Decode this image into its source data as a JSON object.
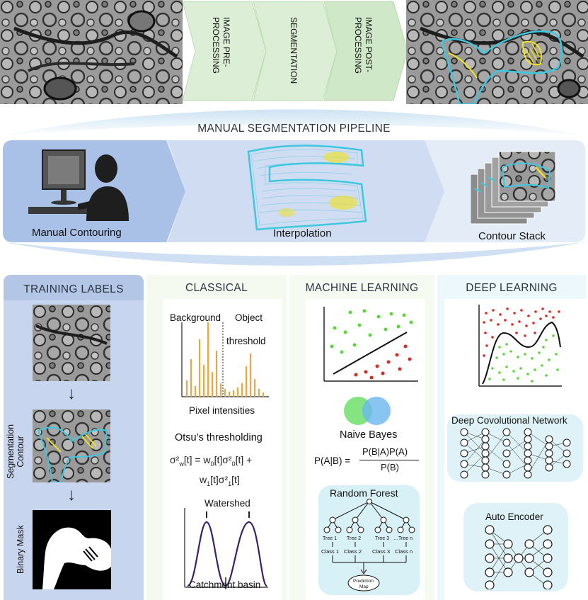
{
  "pipeline": {
    "steps": [
      {
        "line1": "IMAGE PRE-",
        "line2": "PROCESSING"
      },
      {
        "line1": "SEGMENTATION",
        "line2": ""
      },
      {
        "line1": "IMAGE POST-",
        "line2": "PROCESSING"
      }
    ]
  },
  "manual": {
    "title": "MANUAL SEGMENTATION PIPELINE",
    "stages": [
      "Manual Contouring",
      "Interpolation",
      "Contour Stack"
    ]
  },
  "training": {
    "title": "TRAINING LABELS",
    "contour_label_1": "Segmentation",
    "contour_label_2": "Contour",
    "mask_label": "Binary Mask",
    "arrow": "↓"
  },
  "classical": {
    "title": "CLASSICAL",
    "background": "Background",
    "object": "Object",
    "threshold": "threshold",
    "xlabel": "Pixel intensities",
    "otsu": "Otsu’s thresholding",
    "watershed": "Watershed",
    "catchment": "Catchment basin"
  },
  "ml": {
    "title": "MACHINE LEARNING",
    "naive_bayes": "Naive Bayes",
    "bayes_lhs": "P(A|B) =",
    "bayes_num": "P(B|A)P(A)",
    "bayes_den": "P(B)",
    "random_forest": "Random Forest",
    "trees": [
      "Tree 1",
      "Tree 2",
      "Tree 3",
      "…Tree n"
    ],
    "classes": [
      "Class 1",
      "Class 2",
      "Class 3",
      "Class n"
    ],
    "prediction_1": "Prediction",
    "prediction_2": "Map"
  },
  "dl": {
    "title": "DEEP LEARNING",
    "cnn": "Deep Covolutional Network",
    "autoencoder": "Auto Encoder"
  },
  "colors": {
    "green_step": "#dcefd6",
    "blue_band": "#cfe0f4",
    "cyan_contour": "#3ec8e0",
    "yellow_contour": "#f2e21a",
    "hist_orange": "#f0a640",
    "watershed_purple": "#3b1f6b",
    "scatter_green": "#5ad63a",
    "scatter_red": "#d82a20"
  }
}
